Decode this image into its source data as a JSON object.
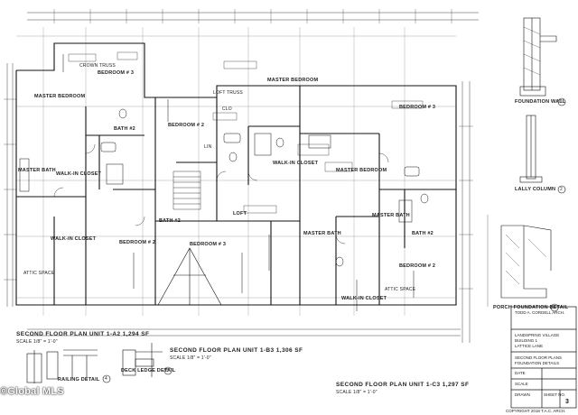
{
  "titles": {
    "plan_a": "SECOND FLOOR PLAN UNIT 1-A2 1,294 SF",
    "plan_b": "SECOND FLOOR PLAN UNIT 1-B3 1,306 SF",
    "plan_c": "SECOND FLOOR PLAN UNIT 1-C3 1,297 SF",
    "scale_a": "SCALE 1/8\" = 1'-0\"",
    "scale_b": "SCALE 1/8\" = 1'-0\"",
    "scale_c": "SCALE 1/8\" = 1'-0\""
  },
  "rooms": {
    "master_bedroom_a": "MASTER BEDROOM",
    "master_bath_a": "MASTER BATH",
    "walk_in_closet_a": "WALK-IN CLOSET",
    "bedroom_a3": "BEDROOM # 3",
    "bedroom_a2": "BEDROOM # 2",
    "bath_a": "BATH #2",
    "walk_in_a": "WALK-IN CLOSET",
    "attic_a": "ATTIC SPACE",
    "bedroom_b2": "BEDROOM # 2",
    "bath_b": "BATH #2",
    "loft_b": "LOFT",
    "bedroom_b3": "BEDROOM # 3",
    "master_bedroom_b": "MASTER BEDROOM",
    "master_bath_b": "MASTER BATH",
    "walk_in_b": "WALK-IN CLOSET",
    "linen_b": "LIN",
    "clo_b": "CLO",
    "bedroom_c3": "BEDROOM # 3",
    "master_bedroom_c": "MASTER BEDROOM",
    "master_bath_c": "MASTER BATH",
    "walk_in_c": "WALK-IN CLOSET",
    "bath_c": "BATH #2",
    "bedroom_c2": "BEDROOM # 2",
    "attic_c": "ATTIC SPACE",
    "crown_truss": "CROWN TRUSS",
    "loft_truss": "LOFT TRUSS"
  },
  "details": {
    "foundation_wall": "FOUNDATION WALL",
    "lally_column": "LALLY COLUMN",
    "porch_foundation": "PORCH FOUNDATION DETAIL",
    "deck_ledge": "DECK LEDGE DETAIL",
    "railing": "RAILING DETAIL",
    "detail_num_1": "1",
    "detail_num_2": "2",
    "detail_num_3": "3",
    "detail_num_4": "4",
    "detail_num_5": "5"
  },
  "title_block": {
    "designer": "TODD A. CORDELL ARCH.",
    "project_1": "LANDSPRING VILLAGE",
    "project_2": "BUILDING 1",
    "project_3": "LATTICE LANE",
    "sheet_title_1": "SECOND FLOOR PLANS",
    "sheet_title_2": "FOUNDATION DETAILS",
    "date_label": "DATE",
    "scale_label": "SCALE",
    "drawn_label": "DRAWN",
    "sheet_label": "SHEET NO.",
    "copyright": "COPYRIGHT 2018 T.A.C. ARCH.",
    "sheet_number": "3"
  },
  "watermark": "©Global MLS"
}
